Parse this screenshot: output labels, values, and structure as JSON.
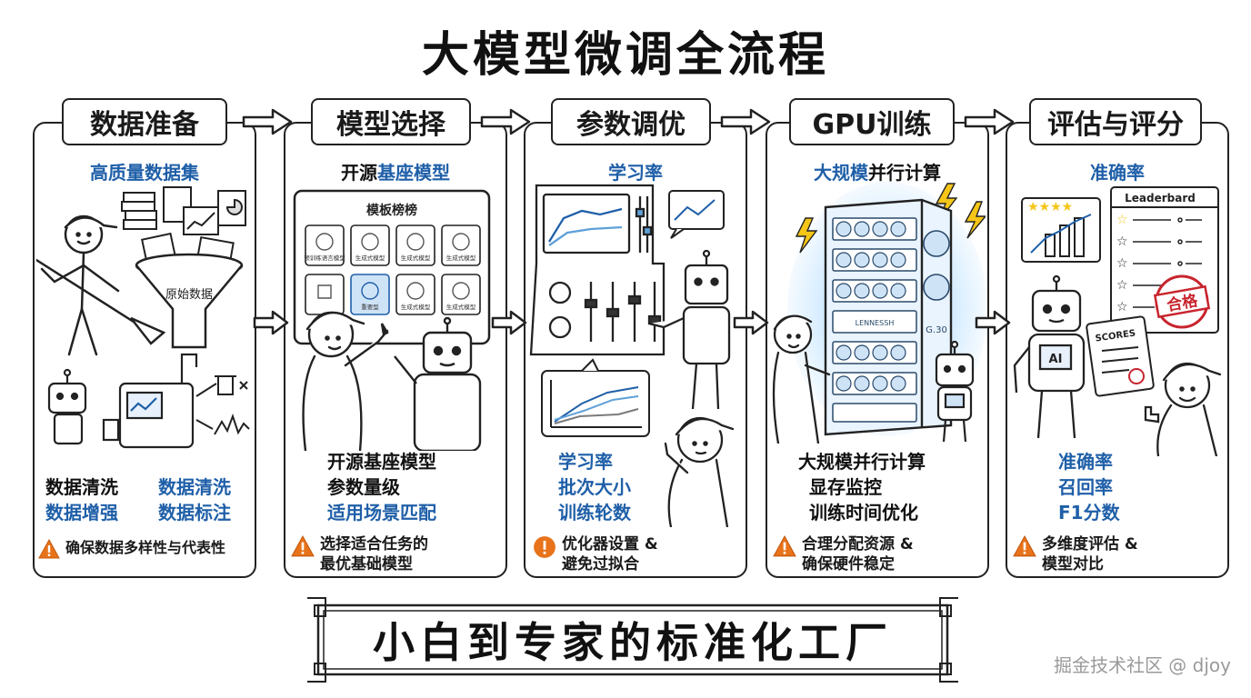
{
  "title": "大模型微调全流程",
  "steps": [
    {
      "tab": "数据准备",
      "subtitle": "高质量数据集",
      "illustration_labels": [
        "原始数据"
      ],
      "items_left": [
        "数据清洗",
        "数据增强"
      ],
      "items_right": [
        "数据清洗",
        "数据标注"
      ],
      "warning": "确保数据多样性与代表性"
    },
    {
      "tab": "模型选择",
      "subtitle_plain": "开源",
      "subtitle_blue": "基座模型",
      "illustration_labels": [
        "模板榜榜",
        "预训练语言模型",
        "生成式模型",
        "生成式模型",
        "生成式模型",
        "重要型",
        "生成式模型",
        "生成式模型"
      ],
      "items": [
        "开源基座模型",
        "参数量级",
        "适用场景匹配"
      ],
      "warning_line1": "选择适合任务的",
      "warning_line2": "最优基础模型"
    },
    {
      "tab": "参数调优",
      "subtitle": "学习率",
      "items": [
        "学习率",
        "批次大小",
        "训练轮数"
      ],
      "warning_line1": "优化器设置 &",
      "warning_line2": "避免过拟合"
    },
    {
      "tab": "GPU训练",
      "subtitle_blue": "大规模",
      "subtitle_plain": "并行计算",
      "illustration_labels": [
        "LENNESSH",
        "G.30"
      ],
      "items": [
        "大规模并行计算",
        "显存监控",
        "训练时间优化"
      ],
      "warning_line1": "合理分配资源 &",
      "warning_line2": "确保硬件稳定"
    },
    {
      "tab": "评估与评分",
      "subtitle": "准确率",
      "illustration_labels": [
        "Leaderbard",
        "合格",
        "AI",
        "SCORES"
      ],
      "items": [
        "准确率",
        "召回率",
        "F1分数"
      ],
      "warning_line1": "多维度评估 &",
      "warning_line2": "模型对比"
    }
  ],
  "banner": "小白到专家的标准化工厂",
  "watermark": "掘金技术社区 @ djoy",
  "colors": {
    "accent_blue": "#1f5fa8",
    "warning_orange": "#e8731a",
    "warning_red": "#d9331a",
    "gpu_glow": "#5fb8ff",
    "stamp_red": "#c8252e"
  }
}
